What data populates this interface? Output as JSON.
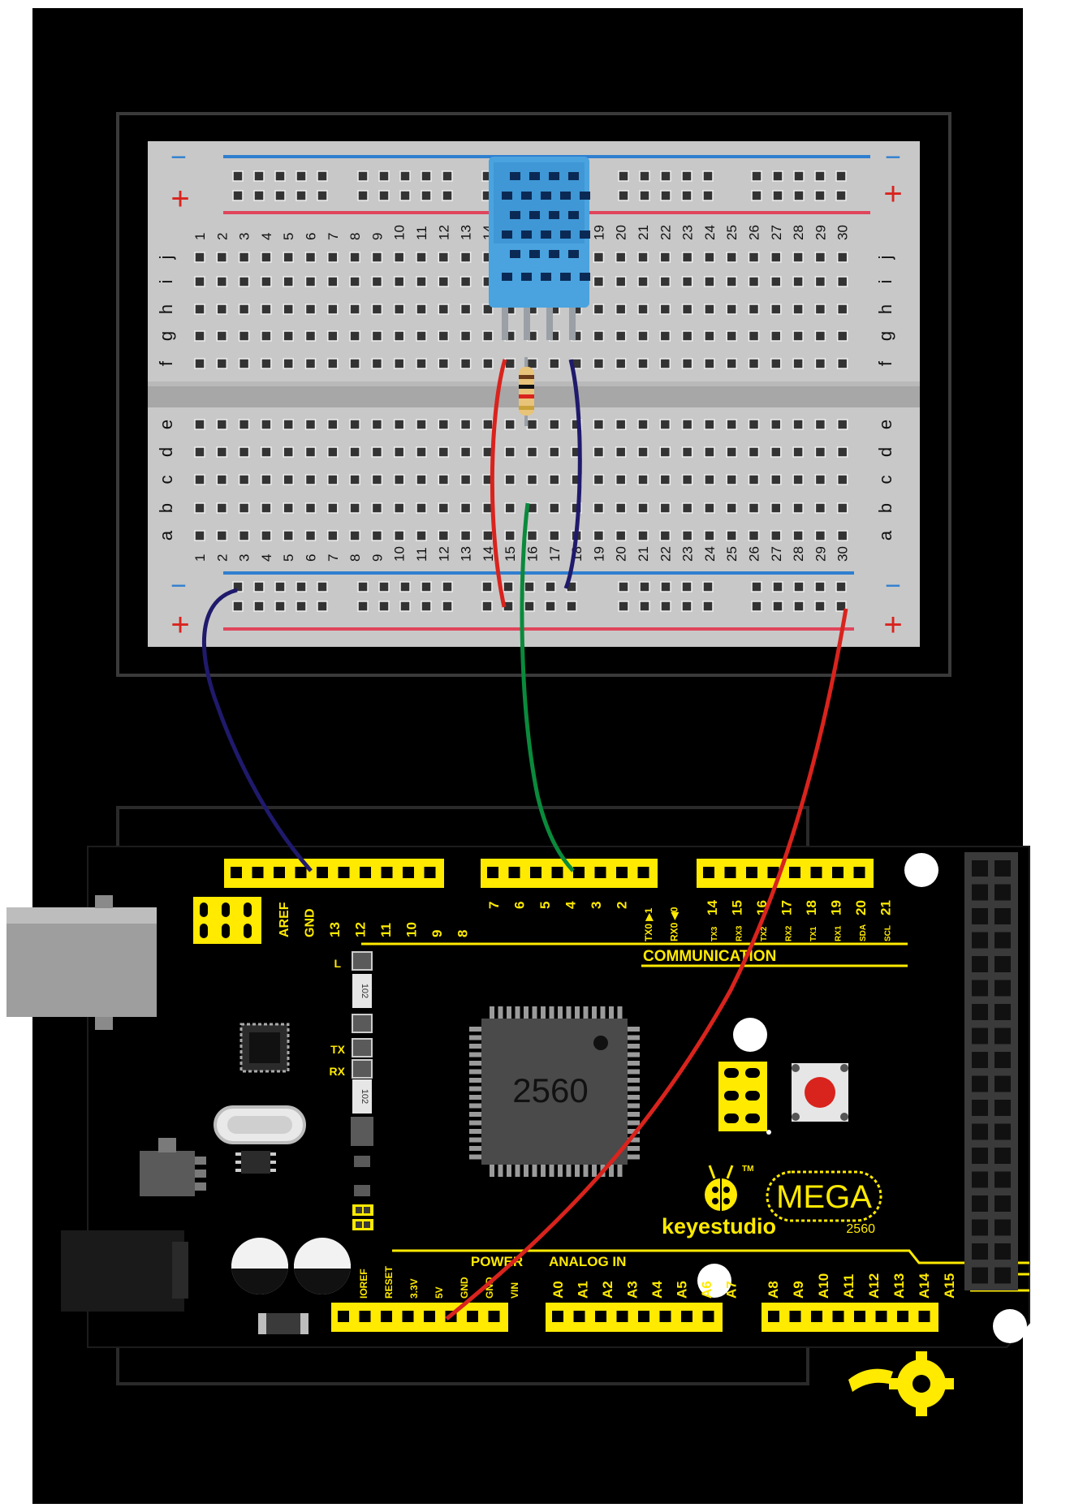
{
  "colors": {
    "background": "#000000",
    "breadboard": "#c8c8c8",
    "board": "#000000",
    "header_yellow": "#ffea00",
    "sensor_blue": "#4aa3df",
    "wire_red": "#d9231d",
    "wire_green": "#0a8a3c",
    "wire_navy": "#1f1a6b",
    "rail_blue": "#2f7fd0",
    "rail_red": "#e0455a"
  },
  "breadboard": {
    "columns": [
      "1",
      "2",
      "3",
      "4",
      "5",
      "6",
      "7",
      "8",
      "9",
      "10",
      "11",
      "12",
      "13",
      "14",
      "15",
      "16",
      "17",
      "18",
      "19",
      "20",
      "21",
      "22",
      "23",
      "24",
      "25",
      "26",
      "27",
      "28",
      "29",
      "30"
    ],
    "top_rows": [
      "j",
      "i",
      "h",
      "g",
      "f"
    ],
    "bottom_rows": [
      "e",
      "d",
      "c",
      "b",
      "a"
    ],
    "rail_minus": "−",
    "rail_plus": "+"
  },
  "board": {
    "top_header_left": [
      "AREF",
      "GND",
      "13",
      "12",
      "11",
      "10",
      "9",
      "8"
    ],
    "top_header_mid": [
      "7",
      "6",
      "5",
      "4",
      "3",
      "2",
      "TX0 ▶1",
      "RX0 ◀0"
    ],
    "top_header_right": [
      "14",
      "15",
      "16",
      "17",
      "18",
      "19",
      "20",
      "21"
    ],
    "comm_labels": [
      "TX3",
      "RX3",
      "TX2",
      "RX2",
      "TX1",
      "RX1",
      "SDA",
      "SCL"
    ],
    "communication_label": "COMMUNICATION",
    "led_labels": [
      "L",
      "TX",
      "RX"
    ],
    "chip_label": "2560",
    "resistor_code": "102",
    "brand": "keyestudio",
    "trademark": "TM",
    "model": "MEGA",
    "model_number": "2560",
    "power_label": "POWER",
    "analog_label": "ANALOG IN",
    "power_pins": [
      "IOREF",
      "RESET",
      "3.3V",
      "5V",
      "GND",
      "GND",
      "VIN"
    ],
    "analog_pins_a": [
      "A0",
      "A1",
      "A2",
      "A3",
      "A4",
      "A5",
      "A6",
      "A7"
    ],
    "analog_pins_b": [
      "A8",
      "A9",
      "A10",
      "A11",
      "A12",
      "A13",
      "A14",
      "A15"
    ]
  }
}
